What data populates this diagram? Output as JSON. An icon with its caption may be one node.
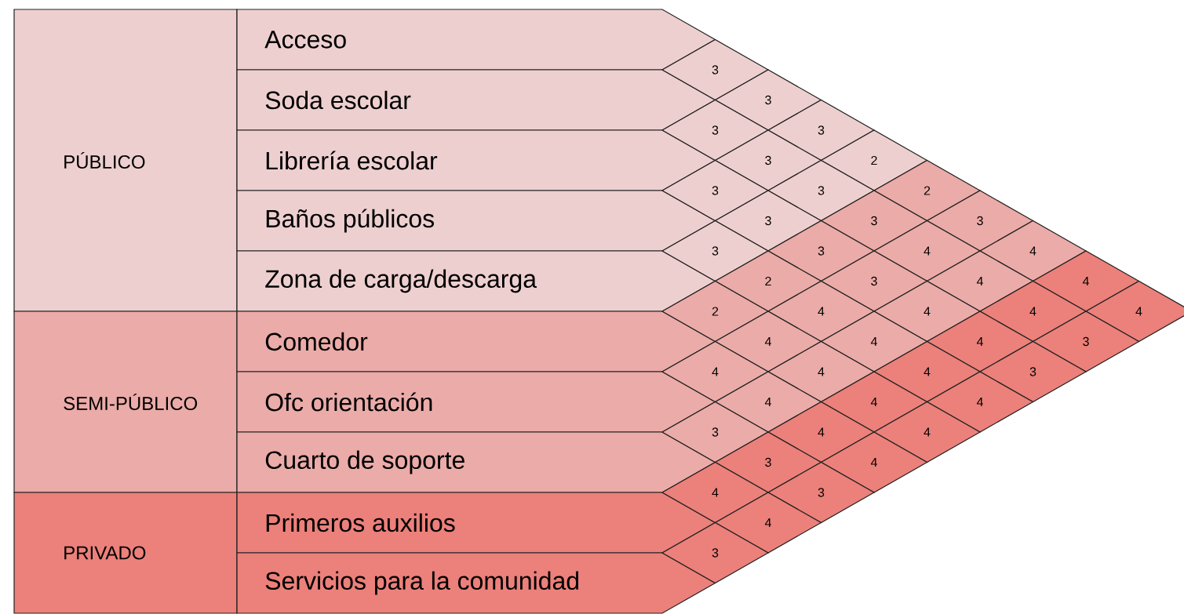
{
  "diagram": {
    "nodes": [
      {
        "text": [
          "PÚBLICO"
        ]
      },
      {
        "text": [
          "SEMI-PÚBLICO"
        ]
      },
      {
        "text": [
          "PRIVADO"
        ]
      },
      {
        "text": [
          "Acceso"
        ]
      },
      {
        "text": [
          "Soda escolar"
        ]
      },
      {
        "text": [
          "Librería escolar"
        ]
      },
      {
        "text": [
          "Baños públicos"
        ]
      },
      {
        "text": [
          "Zona de carga/descarga"
        ]
      },
      {
        "text": [
          "Comedor"
        ]
      },
      {
        "text": [
          "Ofc orientación"
        ]
      },
      {
        "text": [
          "Cuarto de soporte"
        ]
      },
      {
        "text": [
          "Primeros auxilios"
        ]
      },
      {
        "text": [
          "Servicios para la comunidad"
        ]
      },
      {
        "text": [
          "3"
        ]
      },
      {
        "text": [
          "3"
        ]
      },
      {
        "text": [
          "3"
        ]
      },
      {
        "text": [
          "3"
        ]
      },
      {
        "text": [
          "3"
        ]
      },
      {
        "text": [
          "2"
        ]
      },
      {
        "text": [
          "3"
        ]
      },
      {
        "text": [
          "3"
        ]
      },
      {
        "text": [
          "2"
        ]
      },
      {
        "text": [
          "3"
        ]
      },
      {
        "text": [
          "3"
        ]
      },
      {
        "text": [
          "3"
        ]
      },
      {
        "text": [
          "3"
        ]
      },
      {
        "text": [
          "3"
        ]
      },
      {
        "text": [
          "4"
        ]
      },
      {
        "text": [
          "4"
        ]
      },
      {
        "text": [
          "2"
        ]
      },
      {
        "text": [
          "3"
        ]
      },
      {
        "text": [
          "4"
        ]
      },
      {
        "text": [
          "4"
        ]
      },
      {
        "text": [
          "2"
        ]
      },
      {
        "text": [
          "4"
        ]
      },
      {
        "text": [
          "4"
        ]
      },
      {
        "text": [
          "4"
        ]
      },
      {
        "text": [
          "4"
        ]
      },
      {
        "text": [
          "4"
        ]
      },
      {
        "text": [
          "4"
        ]
      },
      {
        "text": [
          "4"
        ]
      },
      {
        "text": [
          "3"
        ]
      },
      {
        "text": [
          "4"
        ]
      },
      {
        "text": [
          "4"
        ]
      },
      {
        "text": [
          "4"
        ]
      },
      {
        "text": [
          "3"
        ]
      },
      {
        "text": [
          "4"
        ]
      },
      {
        "text": [
          "4"
        ]
      },
      {
        "text": [
          "4"
        ]
      },
      {
        "text": [
          "3"
        ]
      },
      {
        "text": [
          "4"
        ]
      },
      {
        "text": [
          "4"
        ]
      },
      {
        "text": [
          "3"
        ]
      },
      {
        "text": [
          "4"
        ]
      },
      {
        "text": [
          "4"
        ]
      },
      {
        "text": [
          "3"
        ]
      },
      {
        "text": [
          "4"
        ]
      },
      {
        "text": [
          "3"
        ]
      }
    ]
  }
}
